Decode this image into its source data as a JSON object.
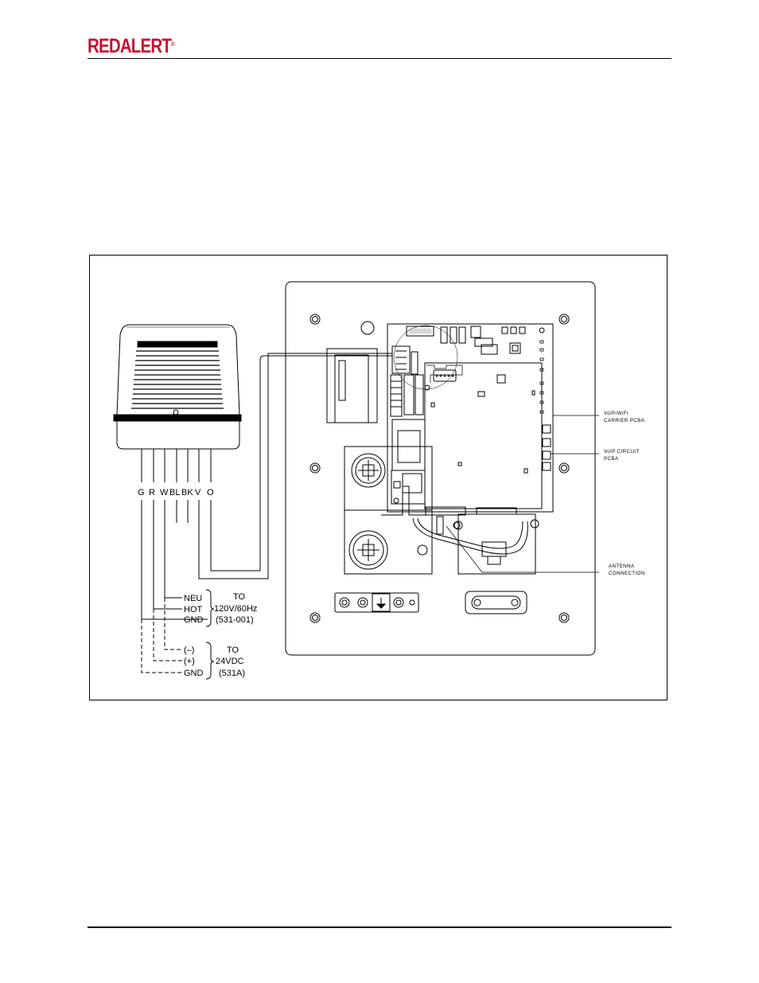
{
  "header": {
    "logo_text": "REDALERT",
    "logo_mark": "®",
    "brand_color": "#c8102e"
  },
  "diagram": {
    "wire_codes": [
      "G",
      "R",
      "W",
      "BL",
      "BK",
      "V",
      "O"
    ],
    "ac_supply": {
      "lines": [
        "NEU",
        "HOT",
        "GND"
      ],
      "to": "TO",
      "spec": "120V/60Hz",
      "model": "(531-001)"
    },
    "dc_supply": {
      "lines": [
        "(–)",
        "(+)",
        "GND"
      ],
      "to": "TO",
      "spec": "24VDC",
      "model": "(531A)"
    },
    "callouts": {
      "carrier_line1": "VoIP/WiFi",
      "carrier_line2": "CARRIER PCBA",
      "circuit_line1": "VoIP CIRCUIT",
      "circuit_line2": "PCBA",
      "antenna_line1": "ANTENNA",
      "antenna_line2": "CONNECTION"
    }
  }
}
